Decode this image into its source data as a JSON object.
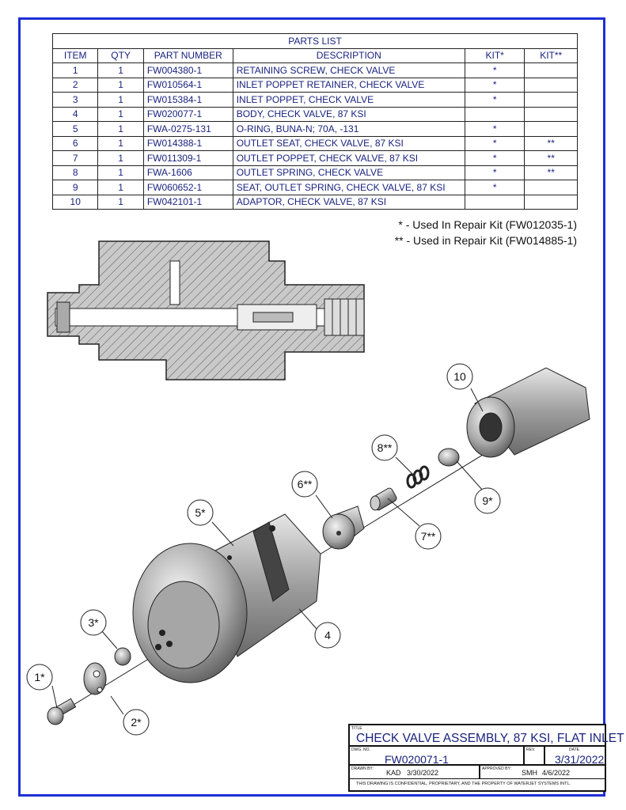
{
  "parts_list": {
    "title": "PARTS LIST",
    "headers": [
      "ITEM",
      "QTY",
      "PART NUMBER",
      "DESCRIPTION",
      "KIT*",
      "KIT**"
    ],
    "rows": [
      [
        "1",
        "1",
        "FW004380-1",
        "RETAINING SCREW, CHECK VALVE",
        "*",
        ""
      ],
      [
        "2",
        "1",
        "FW010564-1",
        "INLET POPPET RETAINER, CHECK VALVE",
        "*",
        ""
      ],
      [
        "3",
        "1",
        "FW015384-1",
        "INLET POPPET, CHECK VALVE",
        "*",
        ""
      ],
      [
        "4",
        "1",
        "FW020077-1",
        "BODY, CHECK VALVE, 87 KSI",
        "",
        ""
      ],
      [
        "5",
        "1",
        "FWA-0275-131",
        "O-RING, BUNA-N; 70A, -131",
        "*",
        ""
      ],
      [
        "6",
        "1",
        "FW014388-1",
        "OUTLET SEAT, CHECK VALVE, 87 KSI",
        "*",
        "**"
      ],
      [
        "7",
        "1",
        "FW011309-1",
        "OUTLET POPPET, CHECK VALVE, 87 KSI",
        "*",
        "**"
      ],
      [
        "8",
        "1",
        "FWA-1606",
        "OUTLET SPRING, CHECK VALVE",
        "*",
        "**"
      ],
      [
        "9",
        "1",
        "FW060652-1",
        "SEAT, OUTLET SPRING, CHECK VALVE, 87 KSI",
        "*",
        ""
      ],
      [
        "10",
        "1",
        "FW042101-1",
        "ADAPTOR, CHECK VALVE, 87 KSI",
        "",
        ""
      ]
    ]
  },
  "kit_notes": {
    "kit1": "* - Used In Repair Kit (FW012035-1)",
    "kit2": "** - Used in Repair Kit (FW014885-1)"
  },
  "callouts": {
    "c1": "1*",
    "c2": "2*",
    "c3": "3*",
    "c4": "4",
    "c5": "5*",
    "c6": "6**",
    "c7": "7**",
    "c8": "8**",
    "c9": "9*",
    "c10": "10"
  },
  "title_block": {
    "title_label": "TITLE",
    "title": "CHECK VALVE ASSEMBLY, 87 KSI, FLAT INLET",
    "dwg_label": "DWG. NO.",
    "dwg_no": "FW020071-1",
    "rev_label": "REV.",
    "rev": "",
    "date_label": "DATE",
    "date": "3/31/2022",
    "drawn_label": "DRAWN BY:",
    "drawn_by": "KAD",
    "drawn_date": "3/30/2022",
    "approved_label": "APPROVED BY:",
    "approved_by": "SMH",
    "approved_date": "4/6/2022",
    "confidential": "THIS DRAWING IS CONFIDENTIAL, PROPRIETARY, AND THE PROPERTY OF WATERJET SYSTEMS INTL."
  }
}
